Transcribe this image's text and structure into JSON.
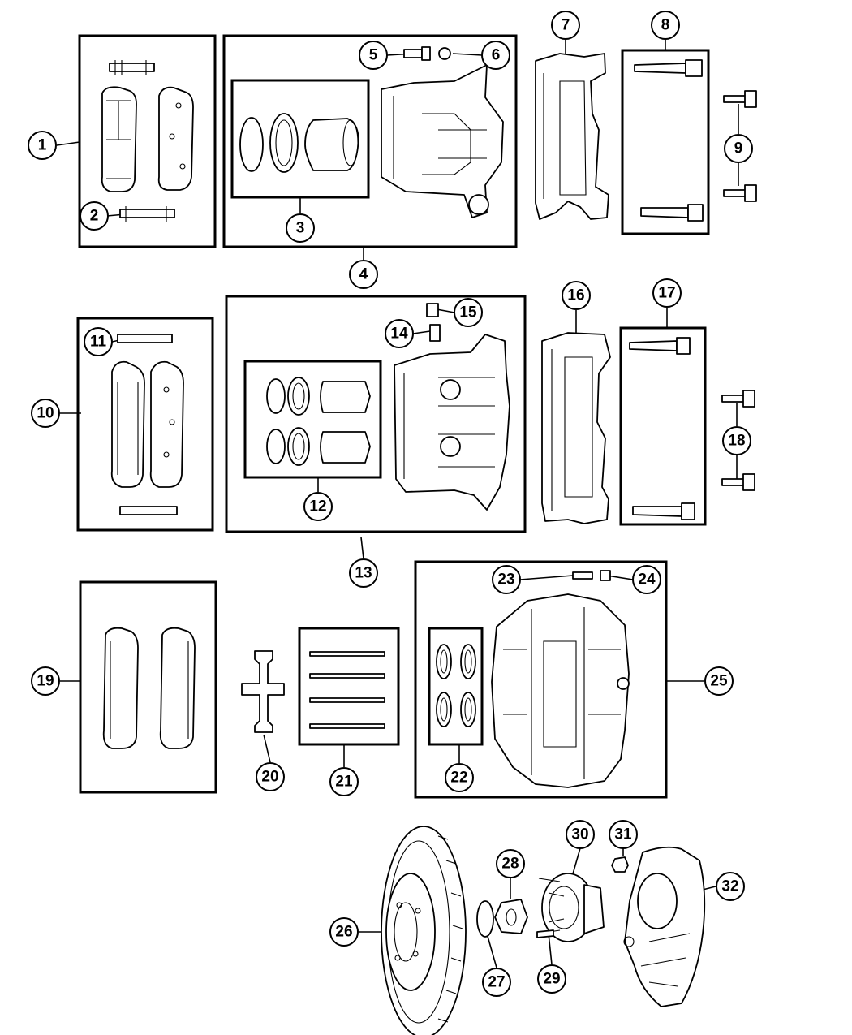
{
  "callouts": [
    {
      "n": "1"
    },
    {
      "n": "2"
    },
    {
      "n": "3"
    },
    {
      "n": "4"
    },
    {
      "n": "5"
    },
    {
      "n": "6"
    },
    {
      "n": "7"
    },
    {
      "n": "8"
    },
    {
      "n": "9"
    },
    {
      "n": "10"
    },
    {
      "n": "11"
    },
    {
      "n": "12"
    },
    {
      "n": "13"
    },
    {
      "n": "14"
    },
    {
      "n": "15"
    },
    {
      "n": "16"
    },
    {
      "n": "17"
    },
    {
      "n": "18"
    },
    {
      "n": "19"
    },
    {
      "n": "20"
    },
    {
      "n": "21"
    },
    {
      "n": "22"
    },
    {
      "n": "23"
    },
    {
      "n": "24"
    },
    {
      "n": "25"
    },
    {
      "n": "26"
    },
    {
      "n": "27"
    },
    {
      "n": "28"
    },
    {
      "n": "29"
    },
    {
      "n": "30"
    },
    {
      "n": "31"
    },
    {
      "n": "32"
    }
  ]
}
